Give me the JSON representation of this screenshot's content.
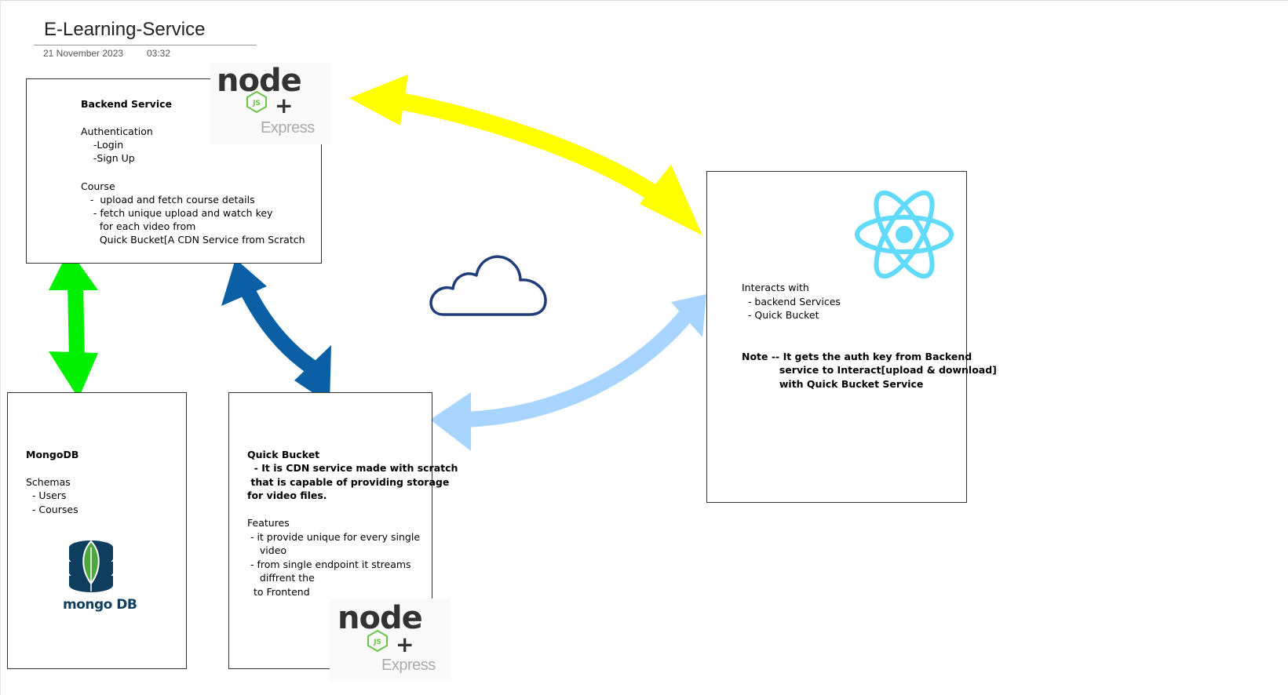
{
  "page": {
    "title": "E-Learning-Service",
    "date": "21 November 2023",
    "time": "03:32"
  },
  "backend": {
    "heading": "Backend Service",
    "lines": [
      "Authentication",
      "    -Login",
      "    -Sign Up",
      "Course",
      "   -  upload and fetch course details",
      "    - fetch unique upload and watch key",
      "      for each video from",
      "      Quick Bucket[A CDN Service from Scratch"
    ]
  },
  "mongodb": {
    "heading": "MongoDB",
    "lines": [
      "Schemas",
      "  - Users",
      "  - Courses"
    ],
    "logo_text": "mongo DB"
  },
  "quickbucket": {
    "heading": "Quick Bucket",
    "bold_lines": [
      "  - It is CDN service made with scratch",
      " that is capable of providing storage",
      "for video files."
    ],
    "lines": [
      "Features",
      " - it provide unique for every single",
      "    video",
      " - from single endpoint it streams",
      "    diffrent the",
      "  to Frontend"
    ]
  },
  "frontend": {
    "lines": [
      "Interacts with",
      "  - backend Services",
      "  - Quick Bucket"
    ],
    "note_lines": [
      "Note -- It gets the auth key from Backend",
      "           service to Interact[upload & download]",
      "           with Quick Bucket Service"
    ]
  },
  "logos": {
    "node_word": "node",
    "js_badge": "JS",
    "plus": "+",
    "express_word": "Express"
  },
  "colors": {
    "yellow_arrow": "#ffff00",
    "green_arrow": "#00f000",
    "blue_arrow": "#0b5fa5",
    "lightblue_arrow": "#a8d5ff",
    "cloud": "#1f3d7a",
    "react": "#61dafb",
    "mongo_dark": "#0f3d5e",
    "mongo_leaf": "#4ca83d",
    "node_green": "#6cc24a"
  },
  "icons": [
    "cloud-icon",
    "react-logo-icon",
    "mongodb-logo-icon",
    "nodejs-express-logo-icon"
  ]
}
